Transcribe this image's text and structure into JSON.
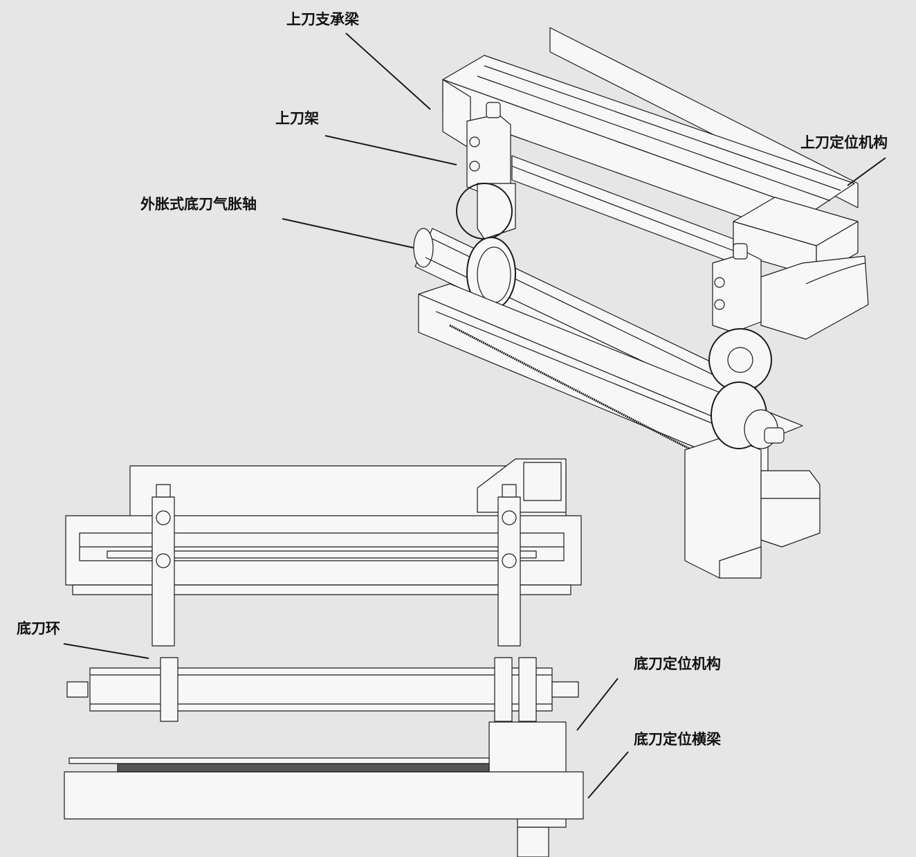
{
  "labels": {
    "upper_knife_beam": "上刀支承梁",
    "upper_knife_holder": "上刀架",
    "upper_knife_positioning": "上刀定位机构",
    "expanding_shaft": "外胀式底刀气胀轴",
    "bottom_knife_ring": "底刀环",
    "bottom_knife_positioning": "底刀定位机构",
    "bottom_knife_beam": "底刀定位横梁"
  },
  "colors": {
    "background": "#e6e6e6",
    "line": "#1a1a1a",
    "part": "#f7f7f7"
  }
}
